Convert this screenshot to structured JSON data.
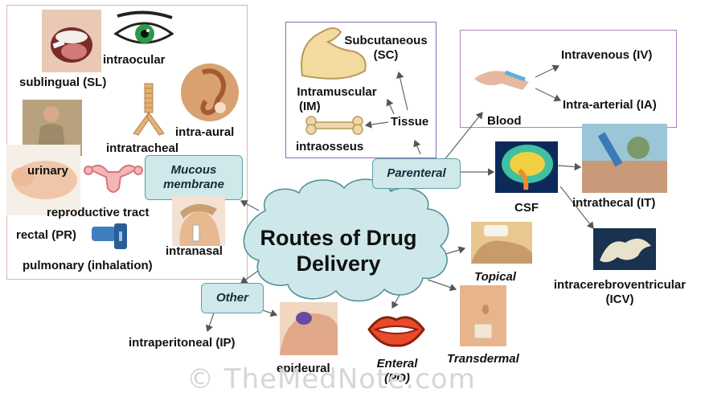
{
  "center": {
    "line1": "Routes of Drug",
    "line2": "Delivery"
  },
  "hubs": {
    "mucous": {
      "line1": "Mucous",
      "line2": "membrane"
    },
    "parenteral": "Parenteral",
    "other": "Other"
  },
  "mucous_routes": {
    "sublingual": "sublingual (SL)",
    "intraocular": "intraocular",
    "intra_aural": "intra-aural",
    "intratracheal": "intratracheal",
    "urinary": "urinary",
    "reproductive": "reproductive tract",
    "rectal": "rectal (PR)",
    "intranasal": "intranasal",
    "pulmonary": "pulmonary (inhalation)"
  },
  "tissue": {
    "label": "Tissue",
    "subcutaneous": {
      "line1": "Subcutaneous",
      "line2": "(SC)"
    },
    "intramuscular": {
      "line1": "Intramuscular",
      "line2": "(IM)"
    },
    "intraosseus": "intraosseus"
  },
  "blood": {
    "label": "Blood",
    "intravenous": "Intravenous (IV)",
    "intra_arterial": "Intra-arterial (IA)"
  },
  "csf": {
    "label": "CSF",
    "intrathecal": "intrathecal (IT)",
    "icv": {
      "line1": "intracerebroventricular",
      "line2": "(ICV)"
    }
  },
  "direct": {
    "topical": "Topical",
    "transdermal": "Transdermal",
    "enteral": {
      "line1": "Enteral",
      "line2": "(PO)"
    }
  },
  "other_routes": {
    "intraperitoneal": "intraperitoneal (IP)",
    "epideural": "epideural"
  },
  "watermark": "© TheMedNote.com",
  "colors": {
    "hub_fill": "#cfe8ea",
    "hub_border": "#5f9ea6",
    "cloud_fill": "#cde7ea",
    "frame_mucous": "#d9b8a8",
    "frame_parenteral": "#8e6bb5",
    "arrow": "#555555"
  },
  "icons": [
    "mouth-photo",
    "eye-icon",
    "ear-photo",
    "trachea-icon",
    "person-photo",
    "uterus-icon",
    "baby-photo",
    "nasal-photo",
    "inhaler-icon",
    "arm-icon",
    "bone-icon",
    "injection-photo",
    "brain-scan-icon",
    "spine-injection-photo",
    "ventricle-icon",
    "cream-photo",
    "patch-photo",
    "lips-icon",
    "belly-photo"
  ]
}
